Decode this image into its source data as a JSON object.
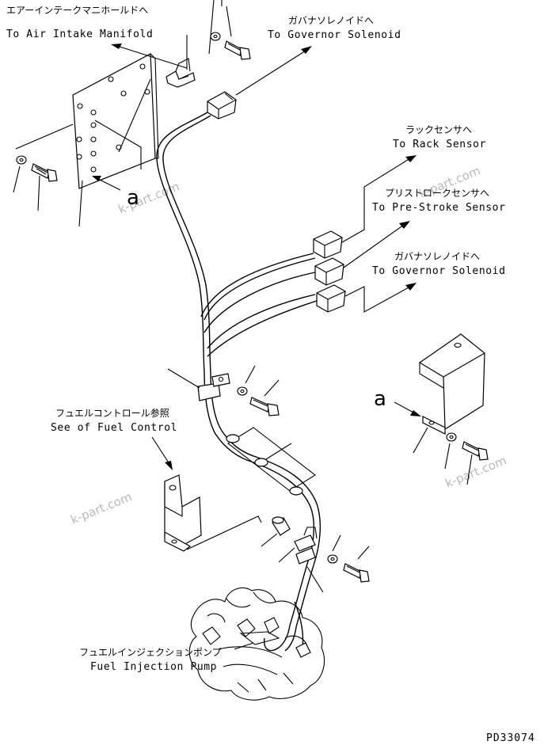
{
  "labels": {
    "air_intake_jp": "エアーインテークマニホールドへ",
    "air_intake_en": "To Air Intake Manifold",
    "governor_top_jp": "ガバナソレノイドへ",
    "governor_top_en": "To Governor Solenoid",
    "rack_sensor_jp": "ラックセンサへ",
    "rack_sensor_en": "To Rack Sensor",
    "pre_stroke_jp": "プリストロークセンサへ",
    "pre_stroke_en": "To Pre-Stroke Sensor",
    "governor_mid_jp": "ガバナソレノイドへ",
    "governor_mid_en": "To Governor Solenoid",
    "fuel_control_jp": "フュエルコントロール参照",
    "fuel_control_en": "See of Fuel Control",
    "injection_pump_jp": "フュエルインジェクションポンプ",
    "injection_pump_en": "Fuel Injection Pump"
  },
  "refs": {
    "a_left": "a",
    "a_right": "a"
  },
  "drawing_code": "PD33074",
  "watermarks": [
    "k-part.com",
    "k-part.com",
    "k-part.com",
    "k-part.com"
  ]
}
